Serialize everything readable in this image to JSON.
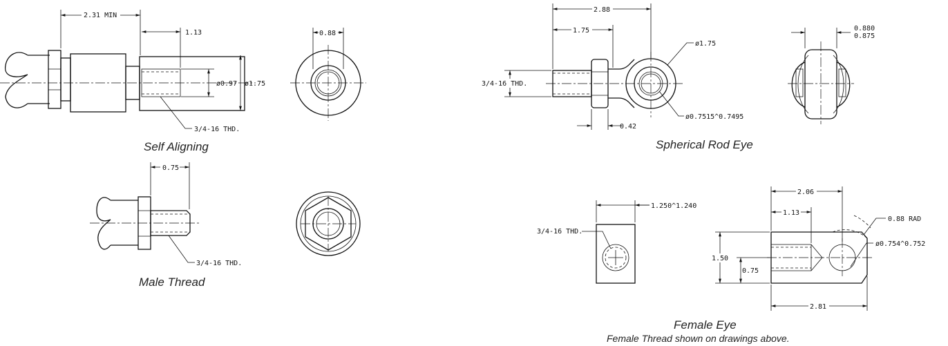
{
  "self_aligning": {
    "caption": "Self Aligning",
    "dim_length": "2.31 MIN",
    "dim_thread_depth": "1.13",
    "dim_bore_dia": "ø0.97",
    "dim_outer_dia": "ø1.75",
    "thread_callout": "3/4-16 THD.",
    "end_view_dim": "0.88"
  },
  "male_thread": {
    "caption": "Male Thread",
    "dim_length": "0.75",
    "thread_callout": "3/4-16 THD."
  },
  "spherical_rod_eye": {
    "caption": "Spherical Rod Eye",
    "dim_overall": "2.88",
    "dim_thread_len": "1.75",
    "dim_eye_dia": "ø1.75",
    "dim_bore": "ø0.7515^0.7495",
    "dim_nut": "0.42",
    "thread_callout": "3/4-16 THD.",
    "end_view_dim_top": "0.880",
    "end_view_dim_bottom": "0.875"
  },
  "female_eye": {
    "caption": "Female Eye",
    "subcaption": "Female Thread shown on drawings above.",
    "dim_width": "1.250^1.240",
    "thread_callout": "3/4-16 THD.",
    "dim_center": "2.06",
    "dim_thread_depth": "1.13",
    "dim_radius": "0.88 RAD",
    "dim_hole": "ø0.754^0.752",
    "dim_height": "1.50",
    "dim_half_height": "0.75",
    "dim_overall": "2.81"
  }
}
